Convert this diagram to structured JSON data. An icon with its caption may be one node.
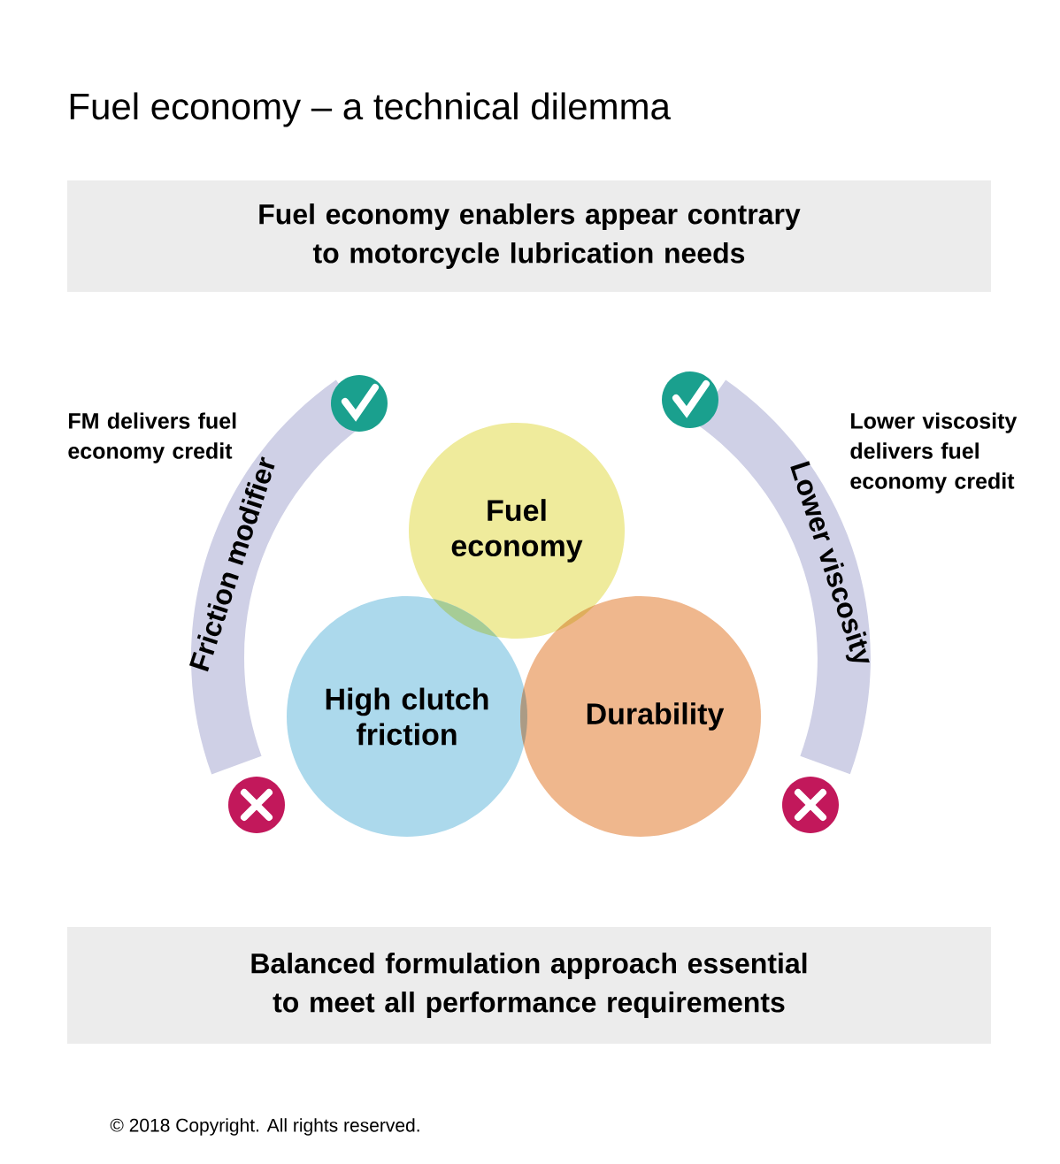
{
  "diagram": {
    "title": "Fuel economy – a technical dilemma",
    "nodes": [
      {
        "text": [
          "Fuel economy enablers appear contrary to motorcycle lubrication needs"
        ]
      },
      {
        "text": [
          "Fuel economy"
        ]
      },
      {
        "text": [
          "High clutch friction"
        ]
      },
      {
        "text": [
          "Durability"
        ]
      },
      {
        "text": [
          "Friction modifier"
        ]
      },
      {
        "text": [
          "Lower viscosity"
        ]
      },
      {
        "text": [
          "Balanced formulation approach essential to meet all performance requirements"
        ]
      }
    ],
    "labels": [
      "FM delivers fuel economy credit",
      "Lower viscosity delivers fuel economy credit",
      "© 2018 Copyright. All rights reserved."
    ]
  }
}
